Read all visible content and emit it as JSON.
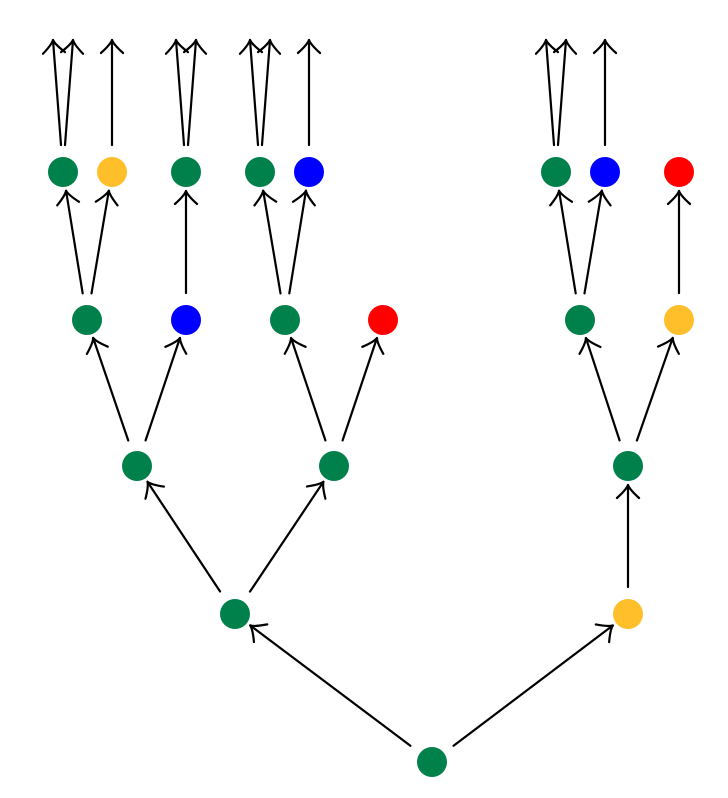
{
  "colors": {
    "green": "#00804a",
    "gold": "#ffbf2a",
    "blue": "#0000ff",
    "red": "#ff0000",
    "edge": "#000000"
  },
  "nodes": [
    {
      "id": "root",
      "level": 0,
      "color": "green"
    },
    {
      "id": "n1a",
      "level": 1,
      "color": "green",
      "parent": "root"
    },
    {
      "id": "n1b",
      "level": 1,
      "color": "gold",
      "parent": "root"
    },
    {
      "id": "n2a",
      "level": 2,
      "color": "green",
      "parent": "n1a"
    },
    {
      "id": "n2b",
      "level": 2,
      "color": "green",
      "parent": "n1a"
    },
    {
      "id": "n2c",
      "level": 2,
      "color": "green",
      "parent": "n1b"
    },
    {
      "id": "n3a",
      "level": 3,
      "color": "green",
      "parent": "n2a"
    },
    {
      "id": "n3b",
      "level": 3,
      "color": "blue",
      "parent": "n2a"
    },
    {
      "id": "n3c",
      "level": 3,
      "color": "green",
      "parent": "n2b"
    },
    {
      "id": "n3d",
      "level": 3,
      "color": "red",
      "parent": "n2b"
    },
    {
      "id": "n3e",
      "level": 3,
      "color": "green",
      "parent": "n2c"
    },
    {
      "id": "n3f",
      "level": 3,
      "color": "gold",
      "parent": "n2c"
    },
    {
      "id": "n4a",
      "level": 4,
      "color": "green",
      "parent": "n3a"
    },
    {
      "id": "n4b",
      "level": 4,
      "color": "gold",
      "parent": "n3a"
    },
    {
      "id": "n4c",
      "level": 4,
      "color": "green",
      "parent": "n3b"
    },
    {
      "id": "n4d",
      "level": 4,
      "color": "green",
      "parent": "n3c"
    },
    {
      "id": "n4e",
      "level": 4,
      "color": "blue",
      "parent": "n3c"
    },
    {
      "id": "n4f",
      "level": 4,
      "color": "green",
      "parent": "n3e"
    },
    {
      "id": "n4g",
      "level": 4,
      "color": "blue",
      "parent": "n3e"
    },
    {
      "id": "n4h",
      "level": 4,
      "color": "red",
      "parent": "n3f"
    }
  ],
  "open_branches": [
    {
      "from": "n4a",
      "count": 2
    },
    {
      "from": "n4b",
      "count": 1
    },
    {
      "from": "n4c",
      "count": 2
    },
    {
      "from": "n4d",
      "count": 2
    },
    {
      "from": "n4e",
      "count": 1
    },
    {
      "from": "n4f",
      "count": 2
    },
    {
      "from": "n4g",
      "count": 1
    }
  ]
}
